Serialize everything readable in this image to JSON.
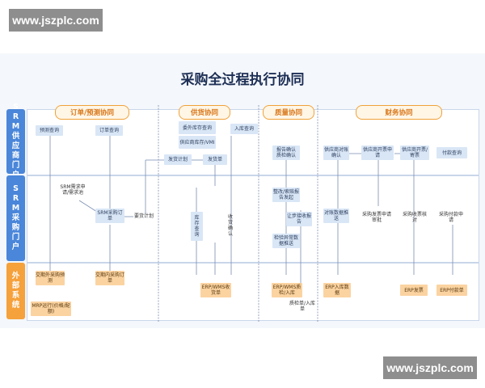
{
  "watermark_top": "www.jszplc.com",
  "watermark_bottom": "www.jszplc.com",
  "title": "采购全过程执行协同",
  "lanes": {
    "supplier": "SRM供应商门户",
    "purchaser": "SRM采购门户",
    "external": "外部系统"
  },
  "phases": {
    "order": "订单/预测协同",
    "supply": "供货协同",
    "quality": "质量协同",
    "finance": "财务协同"
  },
  "nodes": {
    "forecast_query": "预测查询",
    "order_query": "订单查询",
    "consign_inventory_query": "委外库存查询",
    "supplier_inventory_vmi": "供应商库存/VMI",
    "delivery_plan": "发货计划",
    "delivery_note": "发货单",
    "inbound_query": "入库查询",
    "report_confirm": "报告确认",
    "quality_confirm": "质检确认",
    "supplier_reconcile_confirm": "供应商对账确认",
    "supplier_invoice_apply": "供应商开票申请",
    "supplier_invoice_receipt": "供应商开票/寄票",
    "payment_query": "付款查询",
    "srm_demand_apply": "SRM需求申请/需求池",
    "srm_purchase_order": "SRM采购订单",
    "demand_plan": "要货计划",
    "inventory_query": "库存查询",
    "receipt_confirm": "收货确认",
    "rectify_report": "整改/索赔报告发起",
    "step_receipt_report": "让步接收报告",
    "inspect_abnormal_push": "检验异常数据推送",
    "reconcile_data_push": "对账数据推送",
    "purchase_invoice_review": "采购发票申请审批",
    "purchase_receipt_verify": "采购收票核对",
    "purchase_payment_apply": "采购付款申请",
    "external_forecast": "交期外采购预测",
    "external_order": "交期内采购订单",
    "mrp_run": "MRP运行(价格/配额)",
    "erp_wms_receipt": "ERP/WMS收货单",
    "erp_wms_inspect": "ERP/WMS质检/入库",
    "inspect_list": "质检单/入库单",
    "erp_inbound_data": "ERP入库数据",
    "erp_invoice": "ERP发票",
    "erp_payment": "ERP付款单"
  },
  "colors": {
    "lane_blue": "#4a86d9",
    "lane_orange": "#f5a13c",
    "node_blue": "#d9e6f6",
    "node_orange": "#fbd3a1",
    "phase_border": "#f0a23a"
  }
}
